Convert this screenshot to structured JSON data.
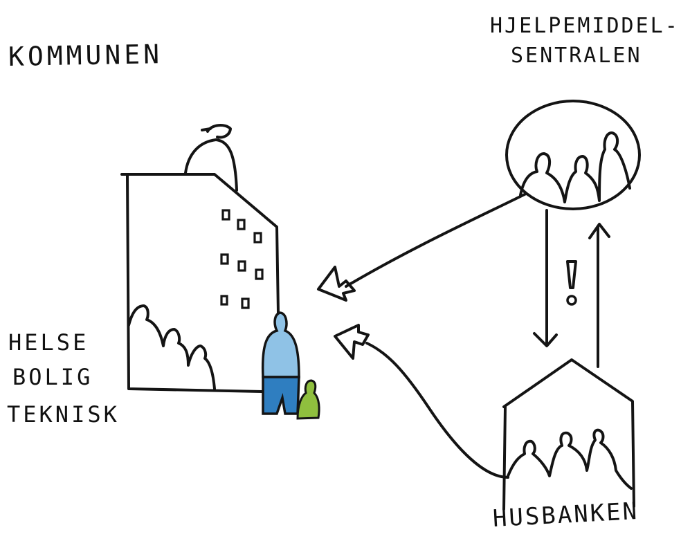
{
  "labels": {
    "kommunen": "KOMMUNEN",
    "hjelpemiddel_line1": "HJELPEMIDDEL-",
    "hjelpemiddel_line2": "SENTRALEN",
    "helse": "HELSE",
    "bolig": "BOLIG",
    "teknisk": "TEKNISK",
    "husbanken": "HUSBANKEN",
    "exclamation": "!"
  },
  "colors": {
    "ink": "#141414",
    "person_blue_top": "#8fc2e6",
    "person_blue_bottom": "#2f7ec0",
    "child_green": "#8fbf3e",
    "background": "#ffffff"
  }
}
